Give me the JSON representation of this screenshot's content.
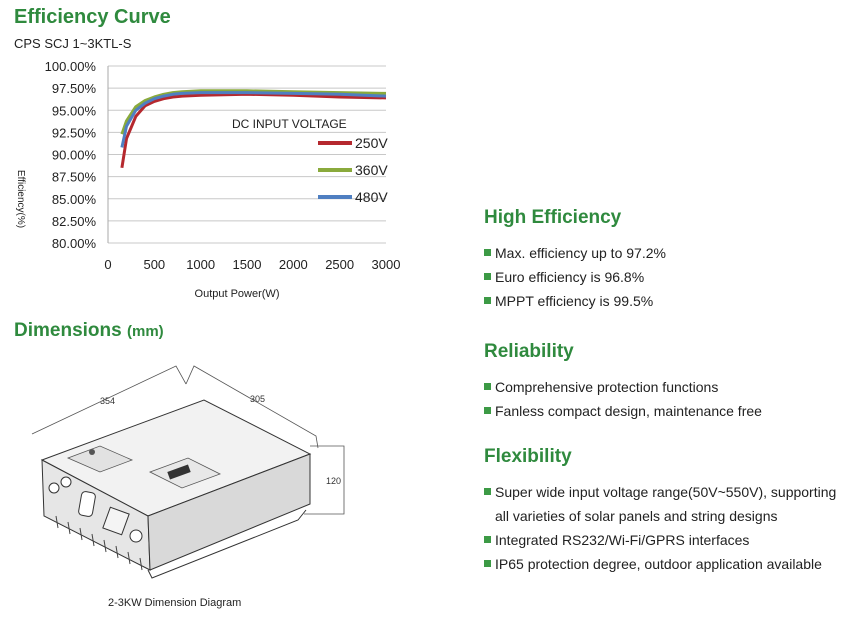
{
  "efficiency": {
    "title": "Efficiency Curve",
    "subtitle": "CPS SCJ 1~3KTL-S"
  },
  "chart_data": {
    "type": "line",
    "title": "Efficiency Curve",
    "subtitle": "CPS SCJ 1~3KTL-S",
    "xlabel": "Output Power(W)",
    "ylabel": "Efficiency(%)",
    "xlim": [
      0,
      3000
    ],
    "ylim": [
      80,
      100
    ],
    "xticks": [
      "0",
      "500",
      "1000",
      "1500",
      "2000",
      "2500",
      "3000"
    ],
    "yticks": [
      "80.00%",
      "82.50%",
      "85.00%",
      "87.50%",
      "90.00%",
      "92.50%",
      "95.00%",
      "97.50%",
      "100.00%"
    ],
    "grid": true,
    "legend_title": "DC INPUT VOLTAGE",
    "legend_position": "center-right",
    "series": [
      {
        "name": "250V",
        "color": "#b5282e",
        "x": [
          150,
          200,
          300,
          400,
          500,
          600,
          700,
          800,
          1000,
          1500,
          2000,
          2500,
          3000
        ],
        "y": [
          88.5,
          91.8,
          94.3,
          95.5,
          96.0,
          96.3,
          96.5,
          96.6,
          96.7,
          96.8,
          96.7,
          96.5,
          96.4
        ]
      },
      {
        "name": "360V",
        "color": "#8aaa3c",
        "x": [
          150,
          200,
          300,
          400,
          500,
          600,
          700,
          800,
          1000,
          1500,
          2000,
          2500,
          3000
        ],
        "y": [
          92.3,
          93.8,
          95.4,
          96.1,
          96.5,
          96.8,
          97.0,
          97.1,
          97.2,
          97.2,
          97.1,
          97.0,
          96.9
        ]
      },
      {
        "name": "480V",
        "color": "#4f7fc1",
        "x": [
          150,
          200,
          300,
          400,
          500,
          600,
          700,
          800,
          1000,
          1500,
          2000,
          2500,
          3000
        ],
        "y": [
          90.8,
          93.2,
          95.0,
          95.8,
          96.3,
          96.6,
          96.8,
          96.9,
          97.0,
          97.0,
          96.9,
          96.8,
          96.6
        ]
      }
    ]
  },
  "dimensions": {
    "title": "Dimensions",
    "unit": "(mm)",
    "width": "354",
    "depth": "305",
    "height": "120",
    "caption": "2-3KW Dimension Diagram"
  },
  "features": {
    "high": {
      "title": "High Efficiency",
      "items": [
        "Max. efficiency up to 97.2%",
        "Euro efficiency is 96.8%",
        "MPPT efficiency is 99.5%"
      ]
    },
    "reliability": {
      "title": "Reliability",
      "items": [
        "Comprehensive protection functions",
        "Fanless compact design, maintenance free"
      ]
    },
    "flexibility": {
      "title": "Flexibility",
      "items": [
        "Super wide input voltage range(50V~550V), supporting",
        "all varieties of solar panels and string designs",
        "Integrated RS232/Wi-Fi/GPRS interfaces",
        "IP65 protection degree, outdoor application available"
      ]
    }
  }
}
